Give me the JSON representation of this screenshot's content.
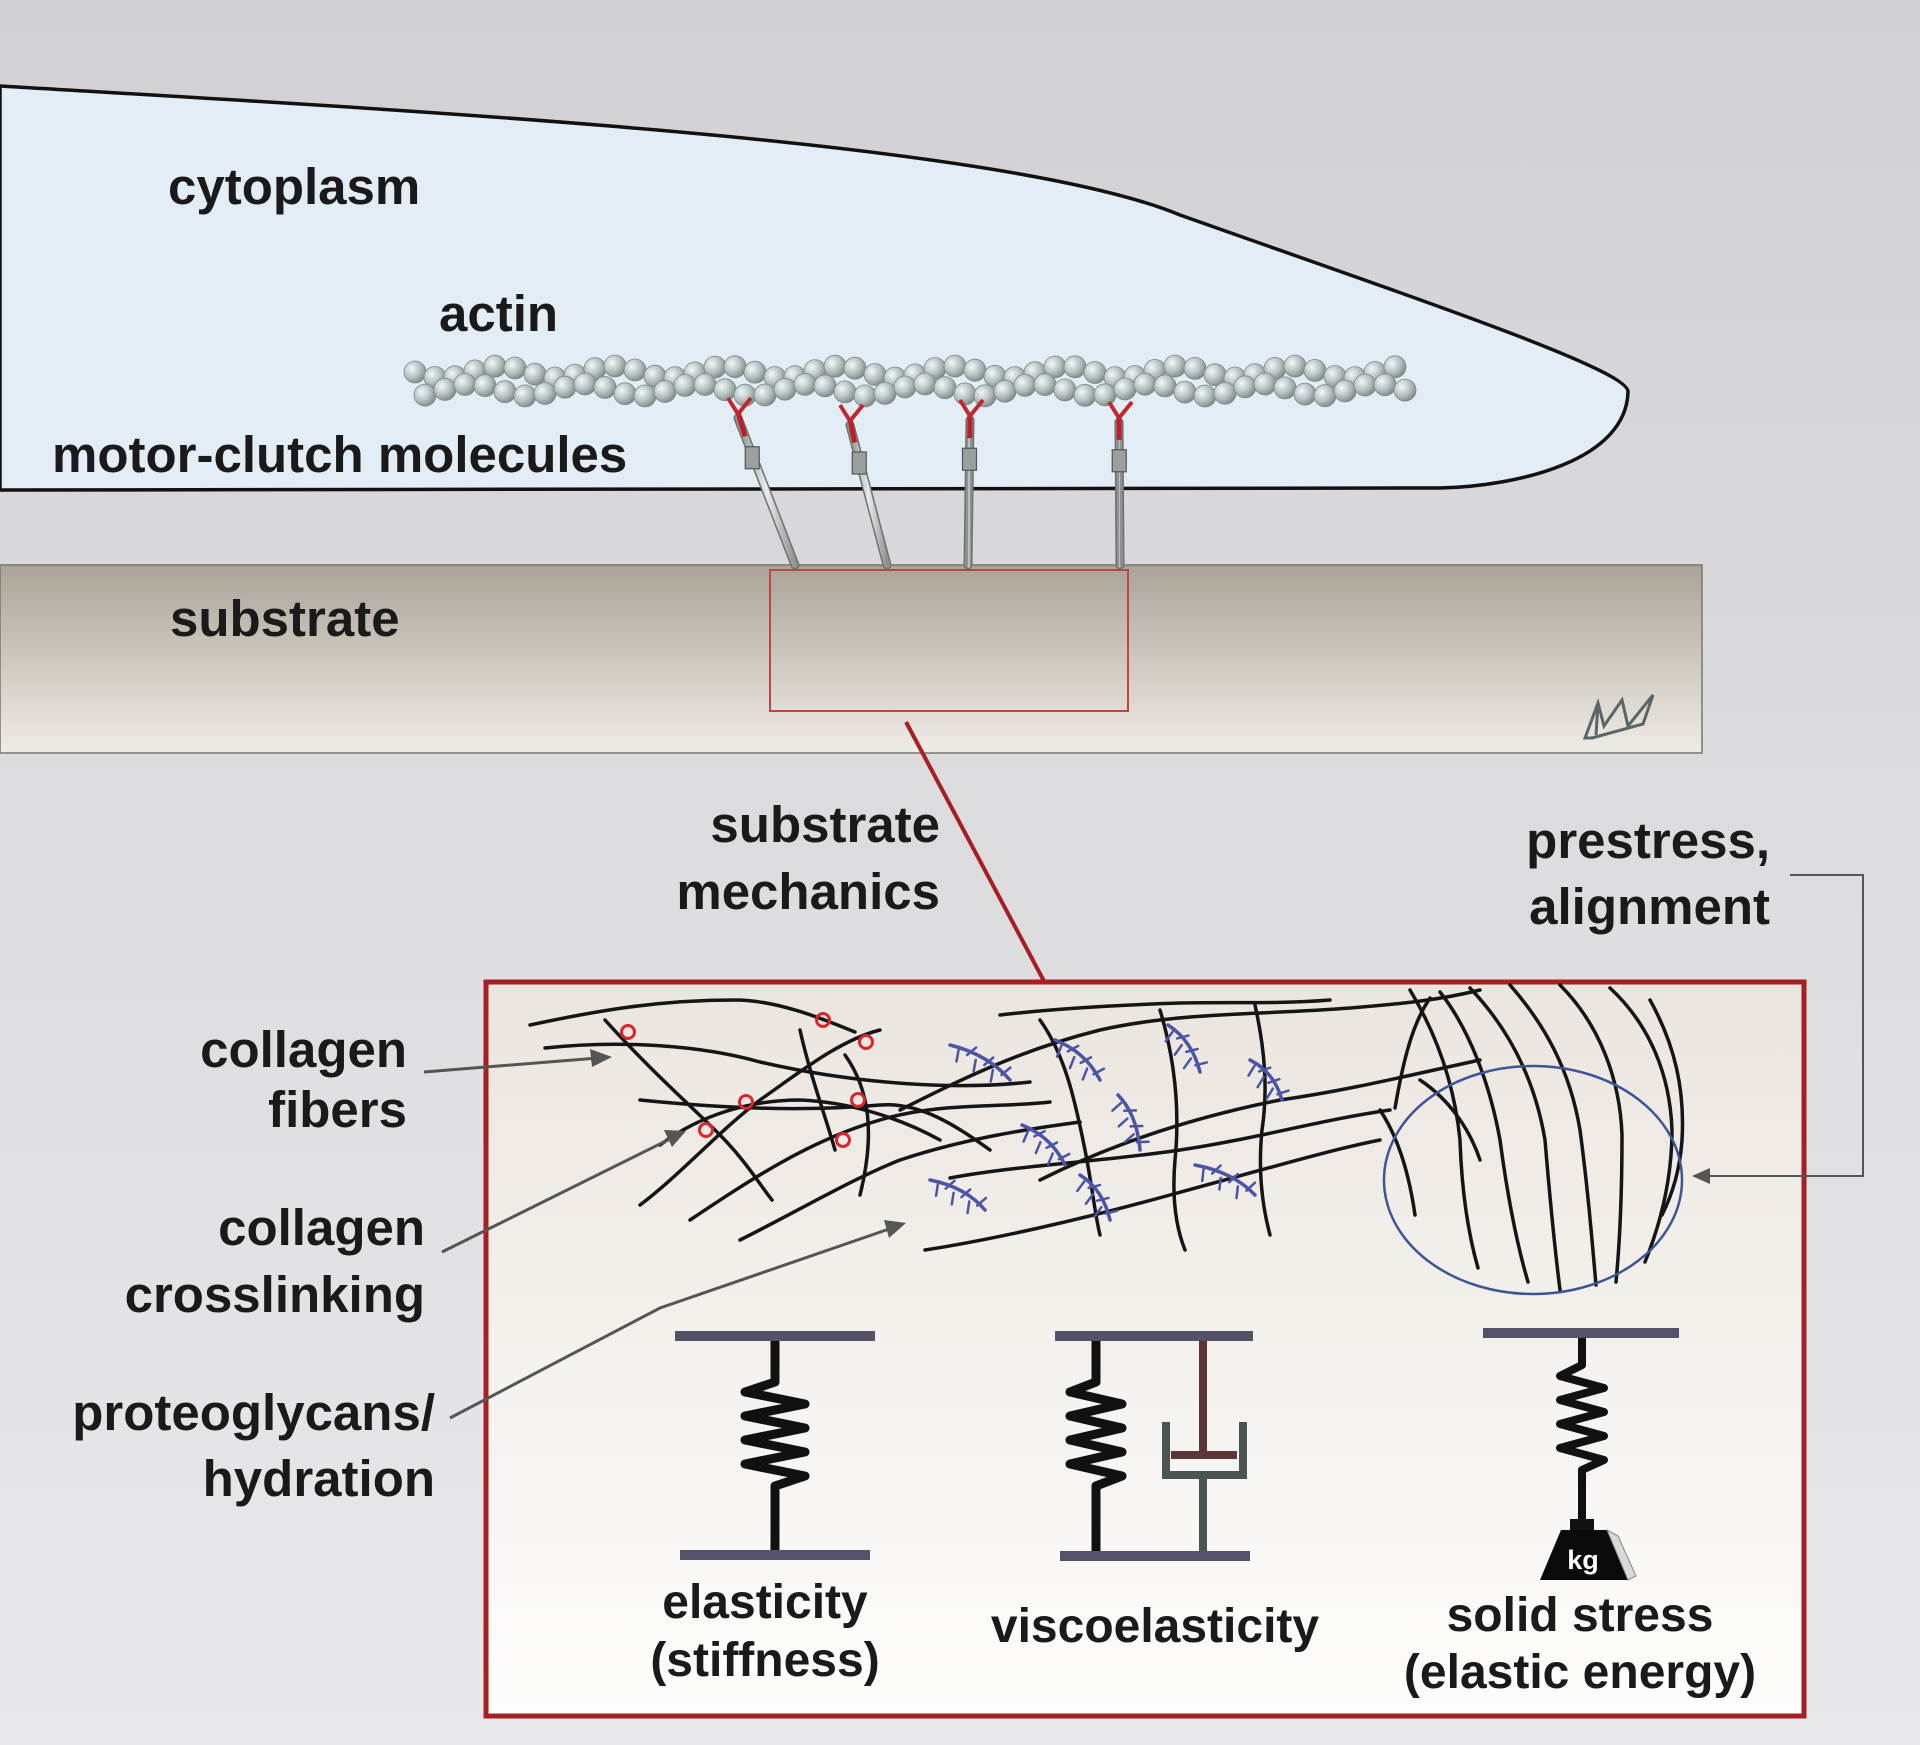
{
  "labels": {
    "cytoplasm": "cytoplasm",
    "actin": "actin",
    "motor_clutch": "motor-clutch molecules",
    "substrate": "substrate",
    "substrate_mechanics": "substrate\nmechanics",
    "prestress_alignment": "prestress,\nalignment",
    "collagen_fibers": "collagen\nfibers",
    "collagen_crosslinking": "collagen\ncrosslinking",
    "proteoglycans_hydration": "proteoglycans/\nhydration",
    "elasticity": "elasticity\n(stiffness)",
    "viscoelasticity": "viscoelasticity",
    "solid_stress": "solid stress\n(elastic energy)",
    "weight": "kg"
  },
  "colors": {
    "cytoplasm_fill": "#e3edf5",
    "substrate_top": "#aba398",
    "substrate_bottom": "#efece6",
    "inset_border": "#a51f24",
    "crosslink": "#d8262c",
    "proteoglycan": "#4c54a6",
    "alignment_circle": "#3d5597",
    "plate": "#545269",
    "dashpot_rod": "#5a3636",
    "dashpot_body": "#4a5452"
  },
  "icons": [
    "actin-bead-icon",
    "clutch-molecule-icon",
    "spring-icon",
    "dashpot-icon",
    "weight-icon",
    "logo-icon"
  ]
}
